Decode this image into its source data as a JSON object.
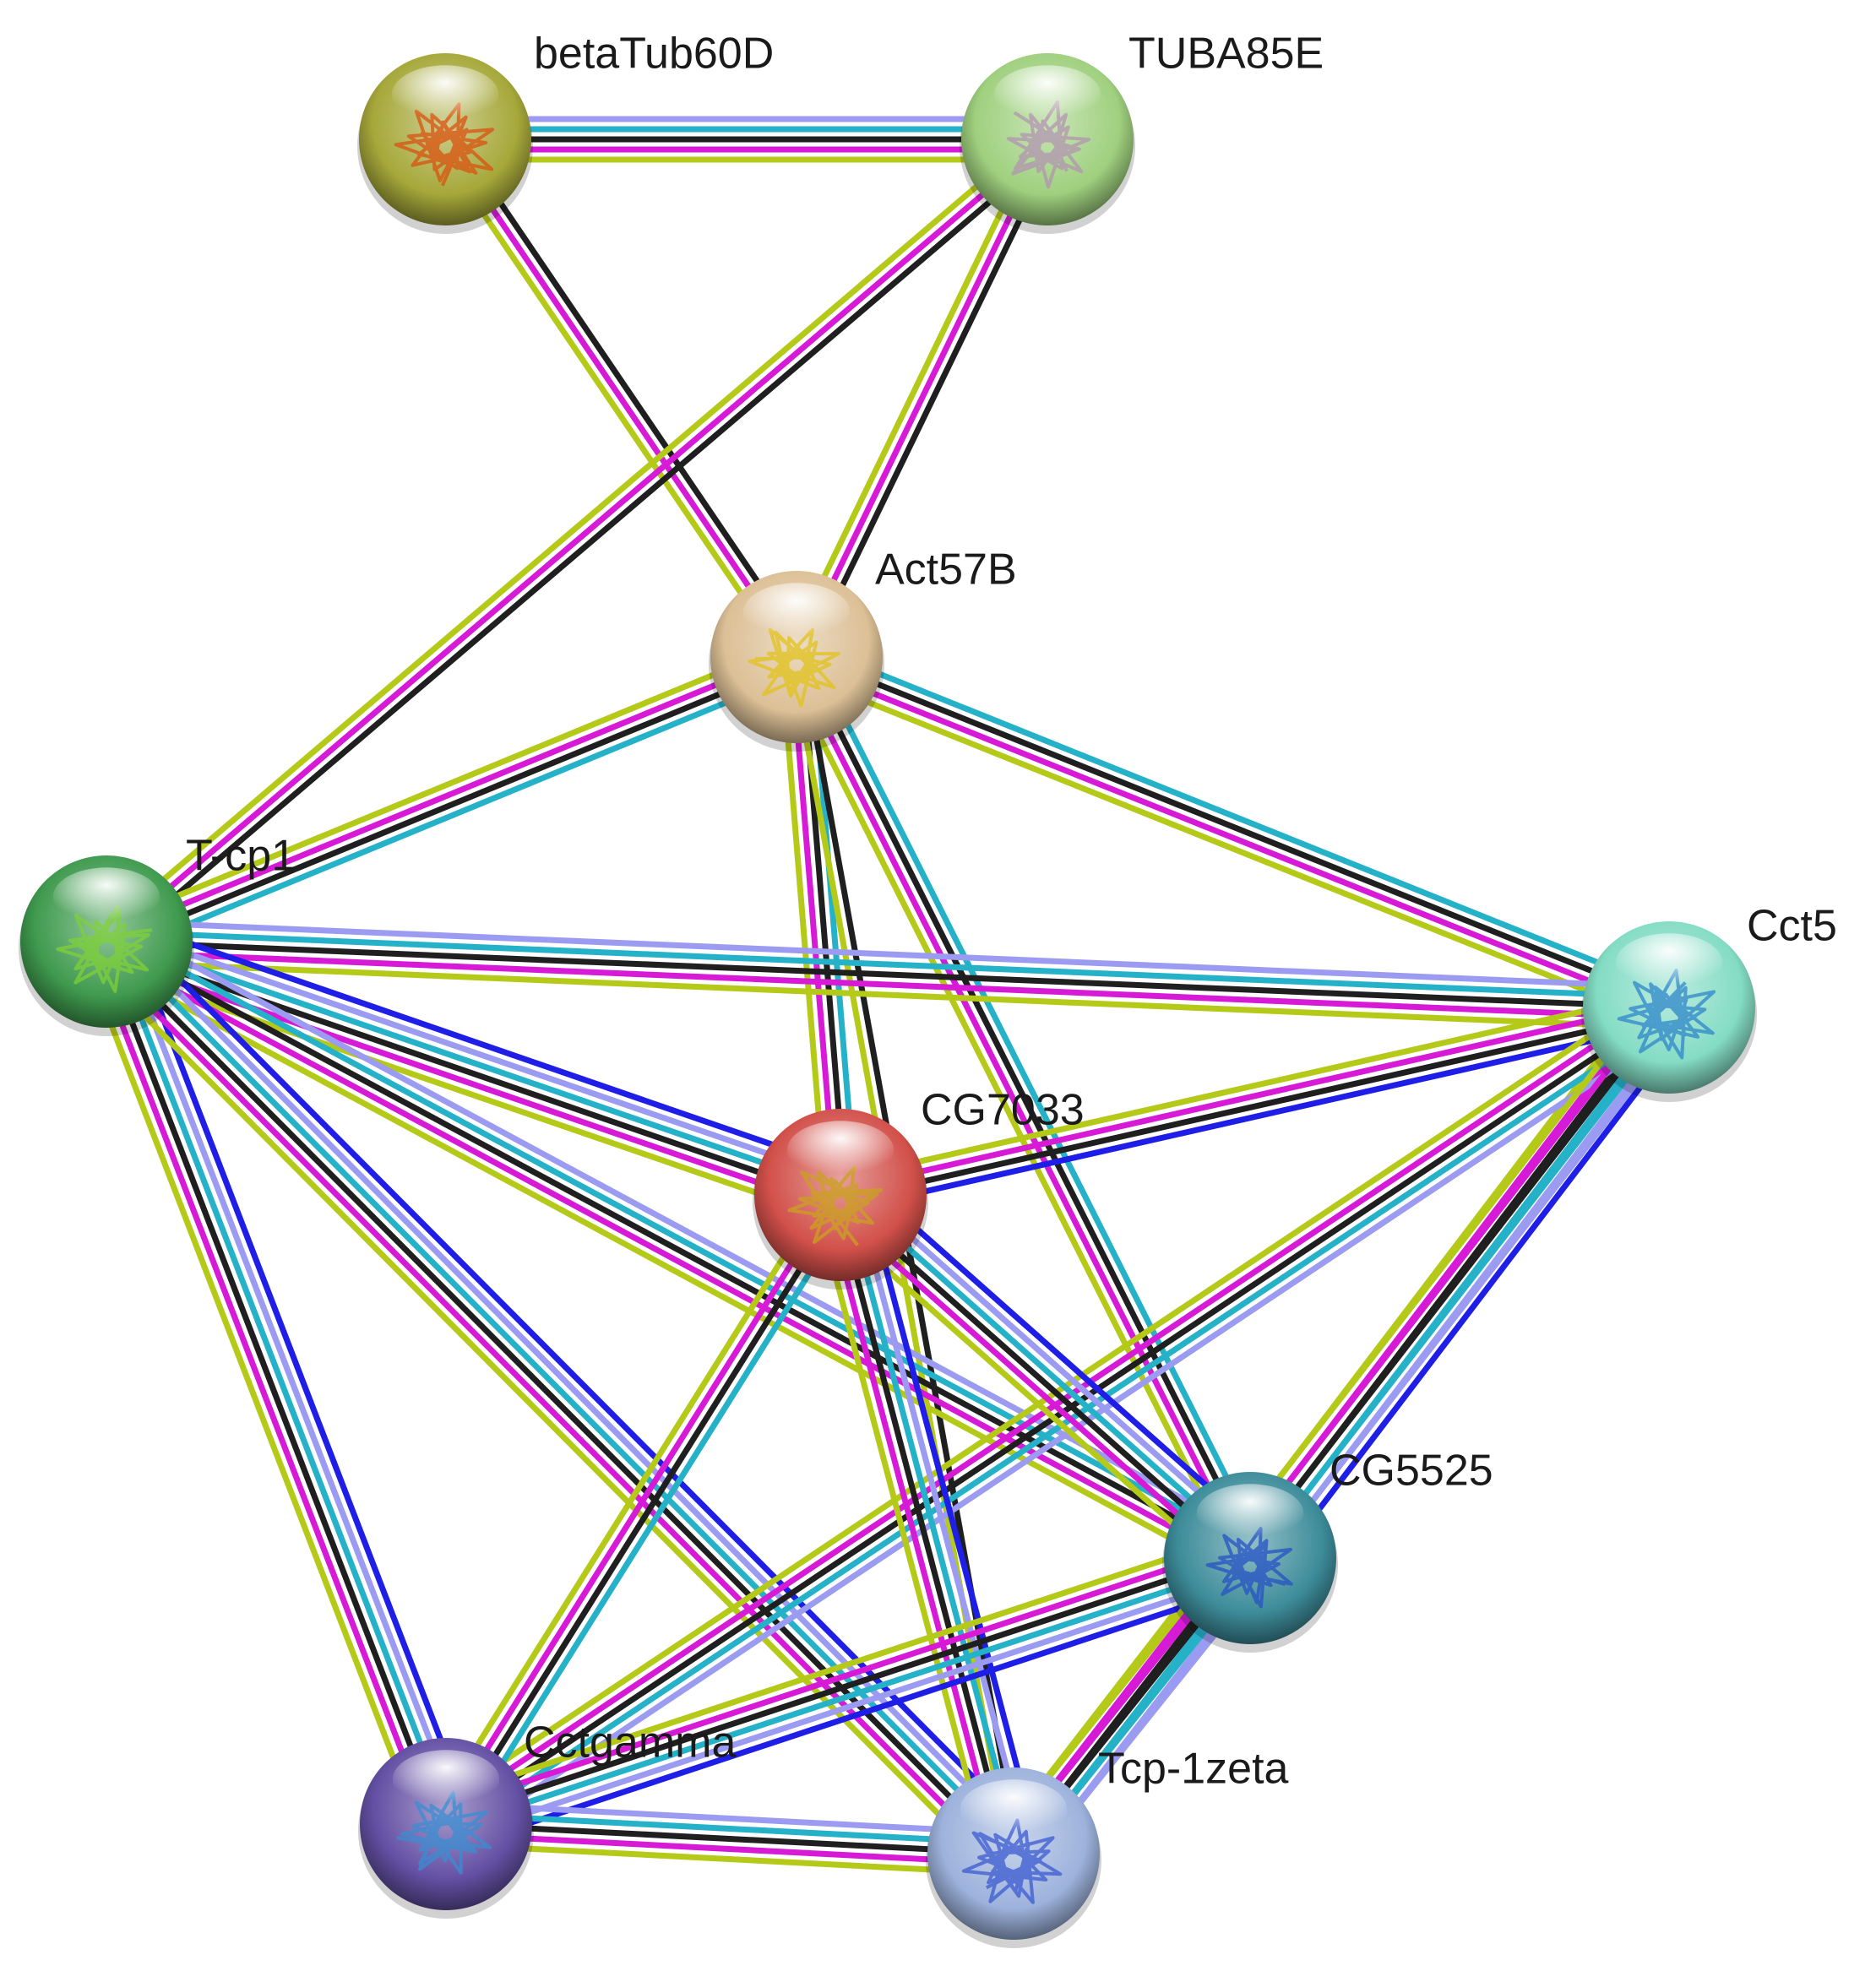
{
  "colors": {
    "textmining": "#b5c918",
    "coexpression": "#1f1f1f",
    "experimental": "#d61ad6",
    "database": "#25b2c9",
    "homology": "#9b9bf2",
    "neighborhood": "#1e1ee6"
  },
  "nodes": [
    {
      "id": "betaTub60D",
      "label": "betaTub60D",
      "color": "#a6a83a",
      "structure": "#d9520f"
    },
    {
      "id": "TUBA85E",
      "label": "TUBA85E",
      "color": "#9fd07e",
      "structure": "#b294b0"
    },
    {
      "id": "Act57B",
      "label": "Act57B",
      "color": "#dcc096",
      "structure": "#e2c11a"
    },
    {
      "id": "T-cp1",
      "label": "T-cp1",
      "color": "#3f9a4e",
      "structure": "#7fd038"
    },
    {
      "id": "Cct5",
      "label": "Cct5",
      "color": "#84dcc4",
      "structure": "#2e86c9"
    },
    {
      "id": "CG7033",
      "label": "CG7033",
      "color": "#d2504a",
      "structure": "#c9a21e"
    },
    {
      "id": "CG5525",
      "label": "CG5525",
      "color": "#3d8c9a",
      "structure": "#2552c4"
    },
    {
      "id": "Cctgamma",
      "label": "Cctgamma",
      "color": "#6450a4",
      "structure": "#3a8ed2"
    },
    {
      "id": "Tcp-1zeta",
      "label": "Tcp-1zeta",
      "color": "#9db2dc",
      "structure": "#3a5ad0"
    }
  ],
  "edges": [
    {
      "source": "betaTub60D",
      "target": "TUBA85E",
      "evidence": [
        "homology",
        "database",
        "coexpression",
        "experimental",
        "textmining"
      ]
    },
    {
      "source": "betaTub60D",
      "target": "Act57B",
      "evidence": [
        "coexpression",
        "experimental",
        "textmining"
      ]
    },
    {
      "source": "TUBA85E",
      "target": "Act57B",
      "evidence": [
        "coexpression",
        "experimental",
        "textmining"
      ]
    },
    {
      "source": "TUBA85E",
      "target": "T-cp1",
      "evidence": [
        "coexpression",
        "experimental",
        "textmining"
      ]
    },
    {
      "source": "Act57B",
      "target": "T-cp1",
      "evidence": [
        "database",
        "coexpression",
        "experimental",
        "textmining"
      ]
    },
    {
      "source": "Act57B",
      "target": "Cct5",
      "evidence": [
        "database",
        "coexpression",
        "experimental",
        "textmining"
      ]
    },
    {
      "source": "Act57B",
      "target": "CG7033",
      "evidence": [
        "database",
        "coexpression",
        "experimental",
        "textmining"
      ]
    },
    {
      "source": "Act57B",
      "target": "CG5525",
      "evidence": [
        "database",
        "coexpression",
        "experimental",
        "textmining"
      ]
    },
    {
      "source": "Act57B",
      "target": "Tcp-1zeta",
      "evidence": [
        "coexpression",
        "textmining"
      ]
    },
    {
      "source": "T-cp1",
      "target": "Cct5",
      "evidence": [
        "homology",
        "database",
        "coexpression",
        "experimental",
        "textmining"
      ]
    },
    {
      "source": "T-cp1",
      "target": "CG7033",
      "evidence": [
        "neighborhood",
        "homology",
        "database",
        "coexpression",
        "experimental",
        "textmining"
      ]
    },
    {
      "source": "T-cp1",
      "target": "CG5525",
      "evidence": [
        "homology",
        "database",
        "coexpression",
        "experimental",
        "textmining"
      ]
    },
    {
      "source": "T-cp1",
      "target": "Cctgamma",
      "evidence": [
        "neighborhood",
        "homology",
        "database",
        "coexpression",
        "experimental",
        "textmining"
      ]
    },
    {
      "source": "T-cp1",
      "target": "Tcp-1zeta",
      "evidence": [
        "neighborhood",
        "homology",
        "database",
        "coexpression",
        "experimental",
        "textmining"
      ]
    },
    {
      "source": "Cct5",
      "target": "CG7033",
      "evidence": [
        "neighborhood",
        "coexpression",
        "experimental",
        "textmining"
      ]
    },
    {
      "source": "Cct5",
      "target": "CG5525",
      "evidence": [
        "neighborhood",
        "homology",
        "database",
        "coexpression",
        "experimental",
        "textmining"
      ]
    },
    {
      "source": "Cct5",
      "target": "Cctgamma",
      "evidence": [
        "homology",
        "database",
        "coexpression",
        "experimental",
        "textmining"
      ]
    },
    {
      "source": "Cct5",
      "target": "Tcp-1zeta",
      "evidence": [
        "homology",
        "database",
        "coexpression",
        "experimental",
        "textmining"
      ]
    },
    {
      "source": "CG7033",
      "target": "CG5525",
      "evidence": [
        "neighborhood",
        "homology",
        "database",
        "coexpression",
        "experimental",
        "textmining"
      ]
    },
    {
      "source": "CG7033",
      "target": "Cctgamma",
      "evidence": [
        "database",
        "coexpression",
        "experimental",
        "textmining"
      ]
    },
    {
      "source": "CG7033",
      "target": "Tcp-1zeta",
      "evidence": [
        "neighborhood",
        "homology",
        "database",
        "coexpression",
        "experimental",
        "textmining"
      ]
    },
    {
      "source": "CG5525",
      "target": "Cctgamma",
      "evidence": [
        "neighborhood",
        "homology",
        "database",
        "coexpression",
        "experimental",
        "textmining"
      ]
    },
    {
      "source": "CG5525",
      "target": "Tcp-1zeta",
      "evidence": [
        "homology",
        "database",
        "coexpression",
        "experimental",
        "textmining"
      ]
    },
    {
      "source": "Cctgamma",
      "target": "Tcp-1zeta",
      "evidence": [
        "homology",
        "database",
        "coexpression",
        "experimental",
        "textmining"
      ]
    }
  ]
}
